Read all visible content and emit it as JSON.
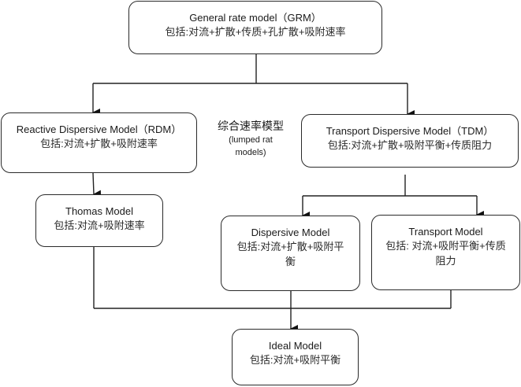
{
  "diagram": {
    "nodes": {
      "grm": {
        "title": "General rate model（GRM）",
        "desc": "包括:对流+扩散+传质+孔扩散+吸附速率"
      },
      "rdm": {
        "title": "Reactive Dispersive Model（RDM）",
        "desc": "包括:对流+扩散+吸附速率"
      },
      "tdm": {
        "title": "Transport Dispersive Model（TDM）",
        "desc": "包括:对流+扩散+吸附平衡+传质阻力"
      },
      "thomas": {
        "title": "Thomas Model",
        "desc": "包括:对流+吸附速率"
      },
      "dispersive": {
        "title": "Dispersive Model",
        "desc": "包括:对流+扩散+吸附平衡"
      },
      "transport": {
        "title": "Transport Model",
        "desc": "包括: 对流+吸附平衡+传质阻力"
      },
      "ideal": {
        "title": "Ideal Model",
        "desc": "包括:对流+吸附平衡"
      }
    },
    "annotation": {
      "cn": "综合速率模型",
      "en_line1": "(lumped rat",
      "en_line2": "models)"
    },
    "edges": [
      {
        "from": "grm",
        "to": "rdm"
      },
      {
        "from": "grm",
        "to": "tdm"
      },
      {
        "from": "rdm",
        "to": "thomas"
      },
      {
        "from": "tdm",
        "to": "dispersive"
      },
      {
        "from": "tdm",
        "to": "transport"
      },
      {
        "from": "thomas",
        "to": "ideal"
      },
      {
        "from": "dispersive",
        "to": "ideal"
      },
      {
        "from": "transport",
        "to": "ideal"
      }
    ]
  }
}
